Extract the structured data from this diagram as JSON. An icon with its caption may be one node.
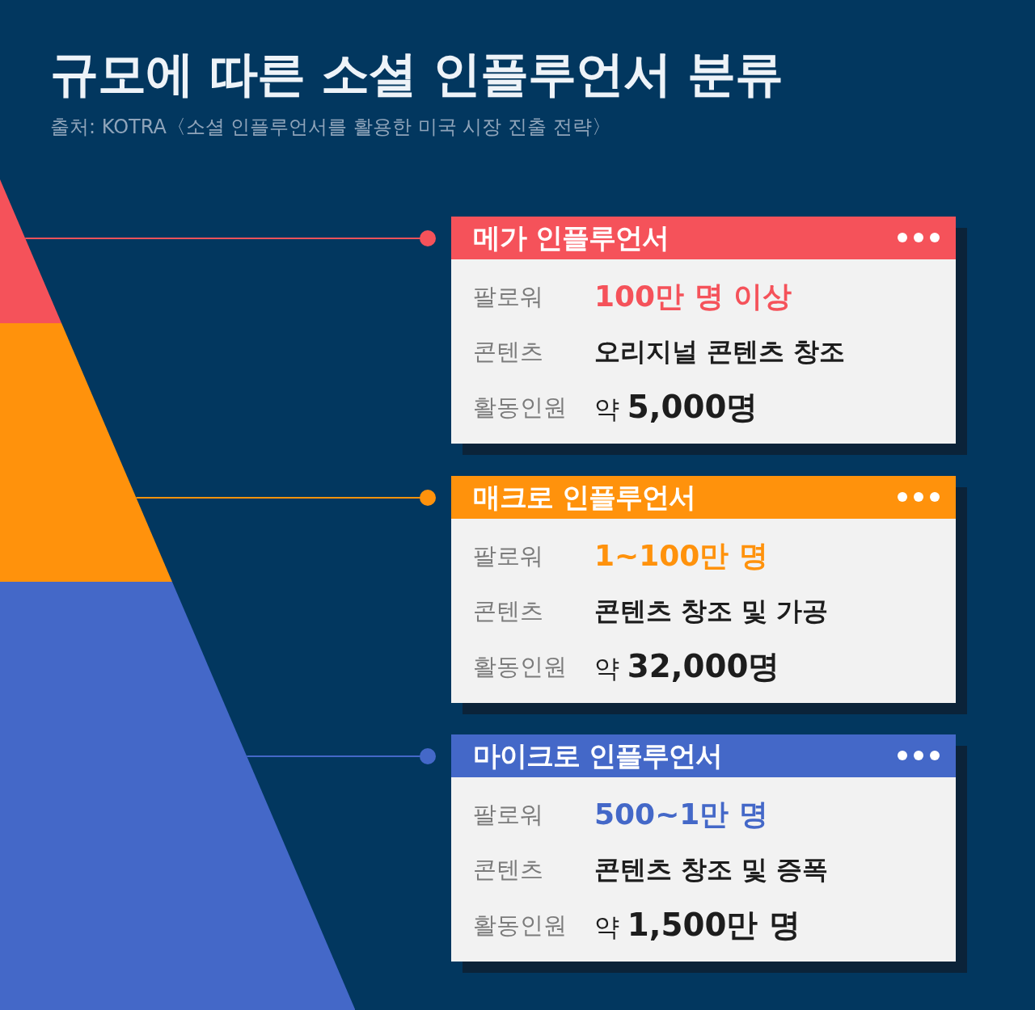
{
  "diagram": {
    "title": "규모에 따른 소셜 인플루언서 분류",
    "caption": "출처: KOTRA〈소셜 인플루언서를 활용한 미국 시장 진출 전략〉",
    "nodes": [
      {
        "text": [],
        "shape": "triangle"
      },
      {
        "text": [],
        "shape": "band"
      },
      {
        "text": [],
        "shape": "band"
      },
      {
        "text": [
          "메가 인플루언서",
          "팔로워",
          "100만 명 이상",
          "콘텐츠",
          "오리지널 콘텐츠 창조",
          "활동인원",
          "약 **5,000명**"
        ]
      },
      {
        "text": [
          "매크로 인플루언서",
          "팔로워",
          "1~100만 명",
          "콘텐츠",
          "콘텐츠 창조 및 가공",
          "활동인원",
          "약 **32,000명**"
        ]
      },
      {
        "text": [
          "마이크로 인플루언서",
          "팔로워",
          "500~1만 명",
          "콘텐츠",
          "콘텐츠 창조 및 증폭",
          "활동인원",
          "약 **1,500만 명**"
        ]
      }
    ],
    "edges": [
      {
        "from": 0,
        "to": 3,
        "arrow": "other",
        "color": "#f5525a"
      },
      {
        "from": 1,
        "to": 4,
        "arrow": "other",
        "color": "#ff920c"
      },
      {
        "from": 2,
        "to": 5,
        "arrow": "other",
        "color": "#4468c8"
      }
    ]
  }
}
